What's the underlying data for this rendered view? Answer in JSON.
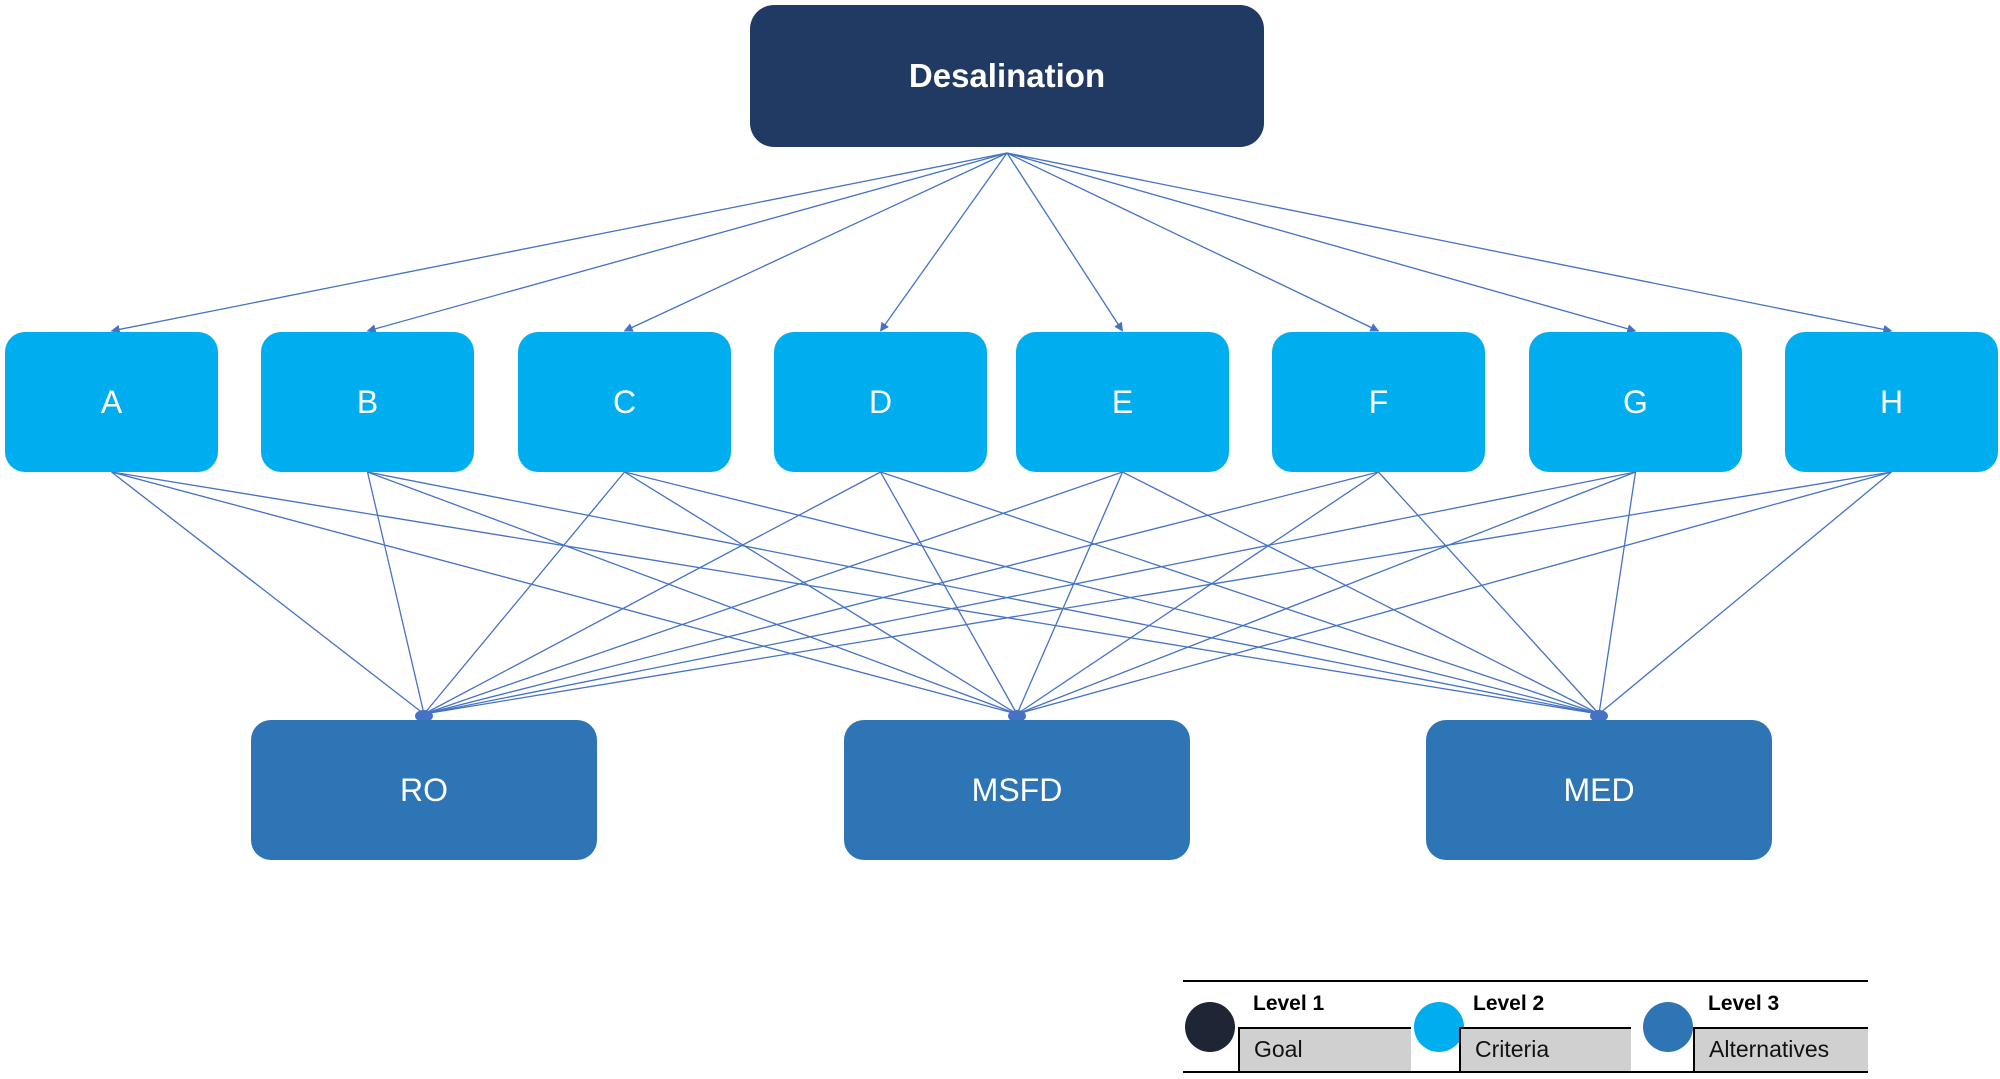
{
  "diagram": {
    "goal": {
      "label": "Desalination",
      "color": "#213a63"
    },
    "criteria": [
      {
        "id": "A",
        "label": "A"
      },
      {
        "id": "B",
        "label": "B"
      },
      {
        "id": "C",
        "label": "C"
      },
      {
        "id": "D",
        "label": "D"
      },
      {
        "id": "E",
        "label": "E"
      },
      {
        "id": "F",
        "label": "F"
      },
      {
        "id": "G",
        "label": "G"
      },
      {
        "id": "H",
        "label": "H"
      }
    ],
    "alternatives": [
      {
        "id": "RO",
        "label": "RO"
      },
      {
        "id": "MSFD",
        "label": "MSFD"
      },
      {
        "id": "MED",
        "label": "MED"
      }
    ],
    "colors": {
      "criteria": "#00adee",
      "alternatives": "#2e75b6",
      "links": "#4472c4"
    },
    "links": "goal connects to every criterion; every criterion connects to every alternative"
  },
  "legend": [
    {
      "level": "Level 1",
      "name": "Goal",
      "color": "#1e2535"
    },
    {
      "level": "Level 2",
      "name": "Criteria",
      "color": "#00adee"
    },
    {
      "level": "Level 3",
      "name": "Alternatives",
      "color": "#2e75b6"
    }
  ]
}
